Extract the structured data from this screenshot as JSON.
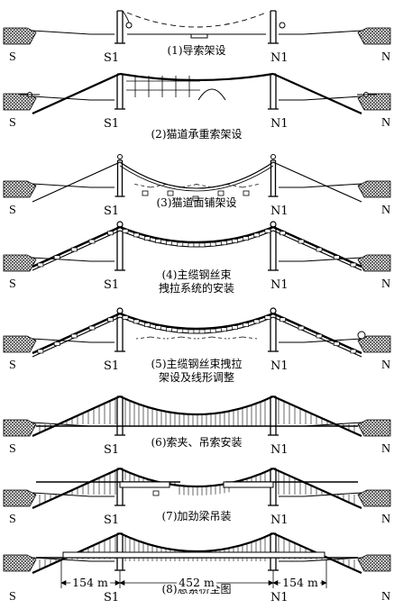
{
  "stages": [
    {
      "id": "1",
      "labels": {
        "south": "S",
        "tower_south": "S1",
        "tower_north": "N1",
        "north": "N"
      },
      "caption": [
        "(1)导索架设"
      ]
    },
    {
      "id": "2",
      "labels": {
        "south": "S",
        "tower_south": "S1",
        "tower_north": "N1",
        "north": "N"
      },
      "caption": [
        "(2)猫道承重索架设"
      ]
    },
    {
      "id": "3",
      "labels": {
        "south": "S",
        "tower_south": "S1",
        "tower_north": "N1",
        "north": "N"
      },
      "caption": [
        "(3)猫道面铺架设"
      ]
    },
    {
      "id": "4",
      "labels": {
        "south": "S",
        "tower_south": "S1",
        "tower_north": "N1",
        "north": "N"
      },
      "caption": [
        "(4)主缆钢丝束",
        "拽拉系统的安装"
      ]
    },
    {
      "id": "5",
      "labels": {
        "south": "S",
        "tower_south": "S1",
        "tower_north": "N1",
        "north": "N"
      },
      "caption": [
        "(5)主缆钢丝束拽拉",
        "架设及线形调整"
      ]
    },
    {
      "id": "6",
      "labels": {
        "south": "S",
        "tower_south": "S1",
        "tower_north": "N1",
        "north": "N"
      },
      "caption": [
        "(6)索夹、吊索安装"
      ]
    },
    {
      "id": "7",
      "labels": {
        "south": "S",
        "tower_south": "S1",
        "tower_north": "N1",
        "north": "N"
      },
      "caption": [
        "(7)加劲梁吊装"
      ]
    },
    {
      "id": "8",
      "labels": {
        "south": "S",
        "tower_south": "S1",
        "tower_north": "N1",
        "north": "N"
      },
      "caption": [
        "(8)悬索桥全图"
      ],
      "dimensions": {
        "side_span_south": "154 m",
        "main_span": "452 m",
        "side_span_north": "154 m"
      }
    }
  ],
  "colors": {
    "line": "#000000",
    "background": "#ffffff"
  }
}
